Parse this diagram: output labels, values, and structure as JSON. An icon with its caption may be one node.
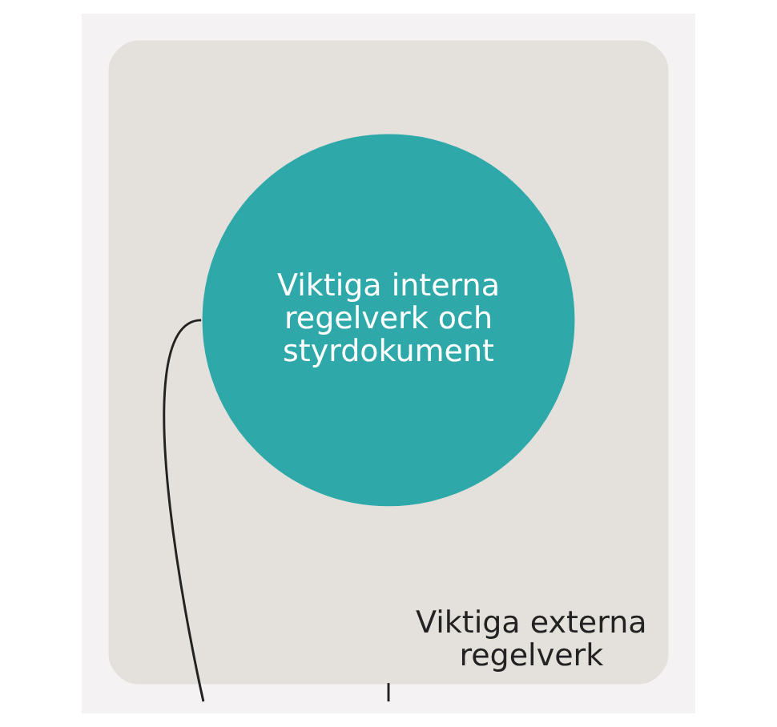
{
  "diagram": {
    "nodes": [
      {
        "text": [
          "Viktiga externa regelverk"
        ]
      },
      {
        "text": [
          "Viktiga interna regelverk och styrdokument"
        ],
        "in": 0
      }
    ],
    "edges": [
      {
        "from": null,
        "to": 1,
        "arrow": "none"
      },
      {
        "from": null,
        "to": 0,
        "arrow": "none"
      }
    ]
  }
}
